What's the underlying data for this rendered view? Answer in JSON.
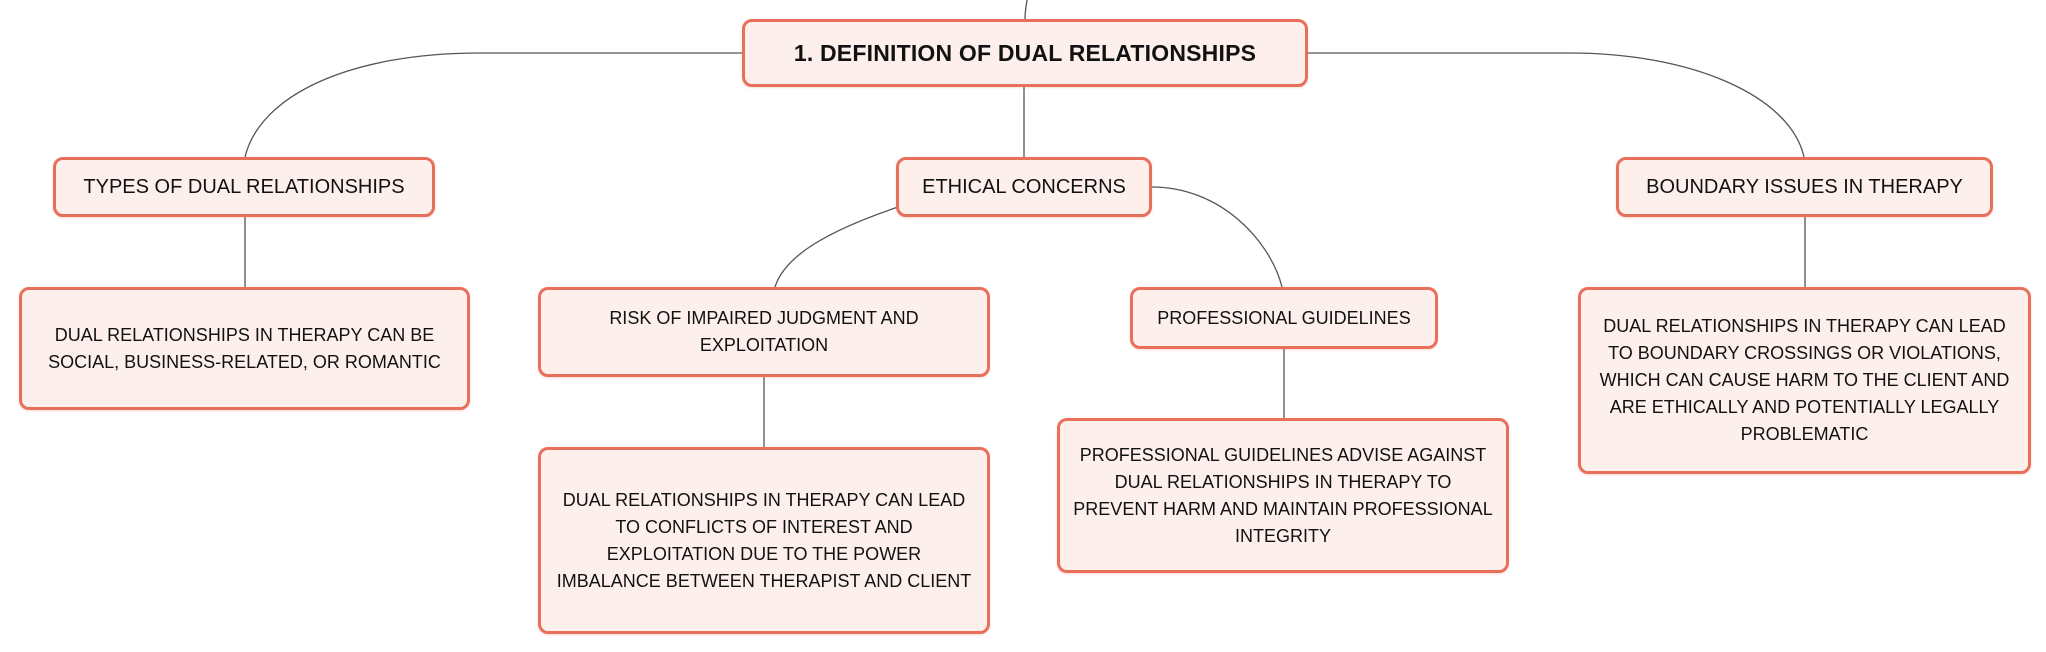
{
  "root": {
    "label": "1. DEFINITION OF DUAL RELATIONSHIPS"
  },
  "branches": {
    "types": {
      "label": "TYPES OF DUAL RELATIONSHIPS",
      "detail": "DUAL RELATIONSHIPS IN THERAPY CAN BE SOCIAL, BUSINESS-RELATED, OR ROMANTIC"
    },
    "ethical": {
      "label": "ETHICAL CONCERNS",
      "risk": {
        "label": "RISK OF IMPAIRED JUDGMENT AND EXPLOITATION",
        "detail": "DUAL RELATIONSHIPS IN THERAPY CAN LEAD TO CONFLICTS OF INTEREST AND EXPLOITATION DUE TO THE POWER IMBALANCE BETWEEN THERAPIST AND CLIENT"
      },
      "guidelines": {
        "label": "PROFESSIONAL GUIDELINES",
        "detail": "PROFESSIONAL GUIDELINES ADVISE AGAINST DUAL RELATIONSHIPS IN THERAPY TO PREVENT HARM AND MAINTAIN PROFESSIONAL INTEGRITY"
      }
    },
    "boundary": {
      "label": "BOUNDARY ISSUES IN THERAPY",
      "detail": "DUAL RELATIONSHIPS IN THERAPY CAN LEAD TO BOUNDARY CROSSINGS OR VIOLATIONS, WHICH CAN CAUSE HARM TO THE CLIENT AND ARE ETHICALLY AND POTENTIALLY LEGALLY PROBLEMATIC"
    }
  },
  "colors": {
    "node_fill": "#fdf0ec",
    "node_border": "#e8705a",
    "connector": "#555555",
    "text": "#111111"
  }
}
